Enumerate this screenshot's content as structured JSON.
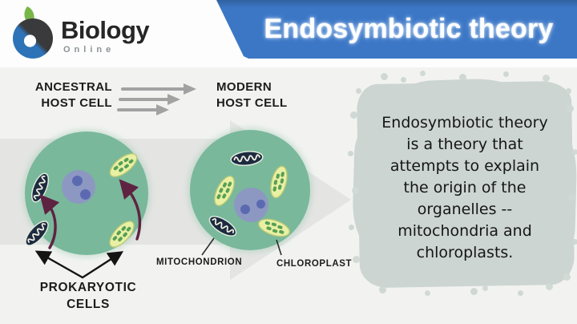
{
  "header": {
    "logo": {
      "brand": "Biology",
      "subtitle": "Online"
    },
    "banner_title": "Endosymbiotic theory"
  },
  "labels": {
    "ancestral": "ANCESTRAL\nHOST CELL",
    "modern": "MODERN\nHOST CELL",
    "prokaryotic": "PROKARYOTIC\nCELLS",
    "mitochondrion": "MITOCHONDRION",
    "chloroplast": "CHLOROPLAST"
  },
  "definition": {
    "text": "Endosymbiotic theory\nis a theory that\nattempts to explain\nthe origin of the\norganelles --\nmitochondria and\nchloroplasts."
  },
  "icons": [
    "biology-online-logo-icon",
    "flow-arrows-icon",
    "progression-arrow-icon",
    "engulf-arrow-icon",
    "pointer-arrows-icon",
    "mitochondrion-icon",
    "chloroplast-icon"
  ],
  "colors": {
    "banner_blue": "#3c77c6",
    "logo_blue": "#2e72b8",
    "logo_dark": "#3a3a3c",
    "leaf_green": "#79b648",
    "cell_green": "#79b89b",
    "nucleus_blue": "#8c98c2",
    "nucleolus_blue": "#5b6ab0",
    "mitochondrion_navy": "#1d2b40",
    "chloroplast_yellow": "#e9f0a4",
    "chloroplast_green": "#56a055",
    "engulf_arrow_maroon": "#5f2342",
    "background_arrow_gray": "#e4e5e3",
    "definition_panel_gray": "#ccd5d1"
  }
}
